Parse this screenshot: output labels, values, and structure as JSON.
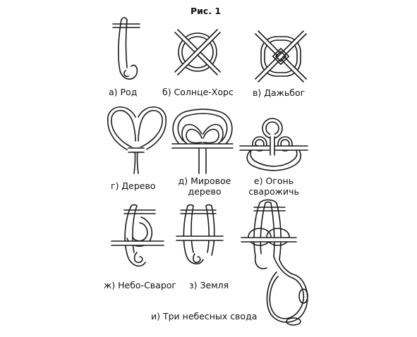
{
  "figure": {
    "title": "Рис. 1",
    "items": [
      {
        "label": "а) Род"
      },
      {
        "label": "б) Солнце-Хорс"
      },
      {
        "label": "в) Дажьбог"
      },
      {
        "label": "г) Дерево"
      },
      {
        "label_line1": "д) Мировое",
        "label_line2": "дерево"
      },
      {
        "label_line1": "е) Огонь",
        "label_line2": "сварожичь"
      },
      {
        "label": "ж) Небо-Сварог"
      },
      {
        "label": "з) Земля"
      },
      {
        "label": "и) Три небесных свода"
      }
    ]
  }
}
